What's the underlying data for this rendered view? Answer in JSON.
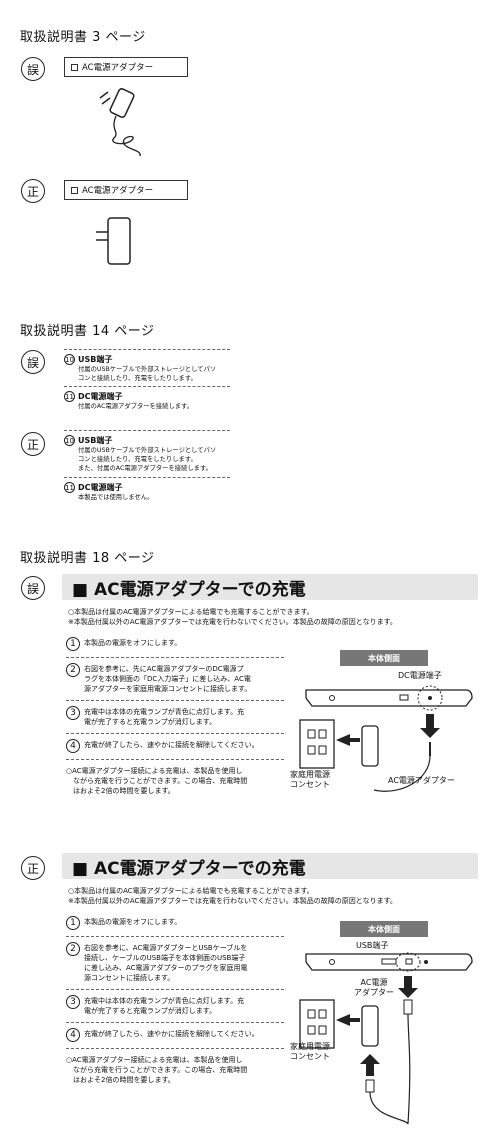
{
  "section1": {
    "heading": "取扱説明書 3 ページ",
    "wrong": {
      "mark": "誤",
      "label": "AC電源アダプター"
    },
    "correct": {
      "mark": "正",
      "label": "AC電源アダプター"
    }
  },
  "section2": {
    "heading": "取扱説明書 14 ページ",
    "wrong": {
      "mark": "誤",
      "items": [
        {
          "num": "10",
          "title": "USB端子",
          "desc": "付属のUSBケーブルで外部ストレージとしてパソ\nコンと接続したり、充電をしたりします。"
        },
        {
          "num": "11",
          "title": "DC電源端子",
          "desc": "付属のAC電源アダプターを接続します。"
        }
      ]
    },
    "correct": {
      "mark": "正",
      "items": [
        {
          "num": "10",
          "title": "USB端子",
          "desc": "付属のUSBケーブルで外部ストレージとしてパソ\nコンと接続したり、充電をしたりします。\nまた、付属のAC電源アダプターを接続します。"
        },
        {
          "num": "11",
          "title": "DC電源端子",
          "desc": "本製品では使用しません。"
        }
      ]
    }
  },
  "section3": {
    "heading": "取扱説明書 18 ページ",
    "wrong": {
      "mark": "誤",
      "banner": "■ AC電源アダプターでの充電",
      "note": "○本製品は付属のAC電源アダプターによる給電でも充電することができます。\n※本製品付属以外のAC電源アダプターでは充電を行わないでください。本製品の故障の原因となります。",
      "steps": [
        {
          "n": "1",
          "text": "本製品の電源をオフにします。"
        },
        {
          "n": "2",
          "text": "右図を参考に、先にAC電源アダプターのDC電源プ\nラグを本体側面の「DC入力端子」に差し込み、AC電\n源アダプターを家庭用電源コンセントに接続します。"
        },
        {
          "n": "3",
          "text": "充電中は本体の充電ランプが青色に点灯します。充\n電が完了すると充電ランプが消灯します。"
        },
        {
          "n": "4",
          "text": "充電が終了したら、速やかに接続を解除してください。"
        }
      ],
      "footnote": "○AC電源アダプター接続による充電は、本製品を使用し\n　ながら充電を行うことができます。この場合、充電時間\n　はおよそ2倍の時間を要します。",
      "diagram": {
        "side_label": "本体側面",
        "port_label": "DC電源端子",
        "outlet_label": "家庭用電源\nコンセント",
        "adapter_label": "AC電源アダプター"
      }
    },
    "correct": {
      "mark": "正",
      "banner": "■ AC電源アダプターでの充電",
      "note": "○本製品は付属のAC電源アダプターによる給電でも充電することができます。\n※本製品付属以外のAC電源アダプターでは充電を行わないでください。本製品の故障の原因となります。",
      "steps": [
        {
          "n": "1",
          "text": "本製品の電源をオフにします。"
        },
        {
          "n": "2",
          "text": "右図を参考に、AC電源アダプターとUSBケーブルを\n接続し、ケーブルのUSB端子を本体側面のUSB端子\nに差し込み、AC電源アダプターのプラグを家庭用電\n源コンセントに接続します。"
        },
        {
          "n": "3",
          "text": "充電中は本体の充電ランプが青色に点灯します。充\n電が完了すると充電ランプが消灯します。"
        },
        {
          "n": "4",
          "text": "充電が終了したら、速やかに接続を解除してください。"
        }
      ],
      "footnote": "○AC電源アダプター接続による充電は、本製品を使用し\n　ながら充電を行うことができます。この場合、充電時間\n　はおよそ2倍の時間を要します。",
      "diagram": {
        "side_label": "本体側面",
        "port_label": "USB端子",
        "adapter_label": "AC電源\nアダプター",
        "outlet_label": "家庭用電源\nコンセント"
      }
    }
  }
}
